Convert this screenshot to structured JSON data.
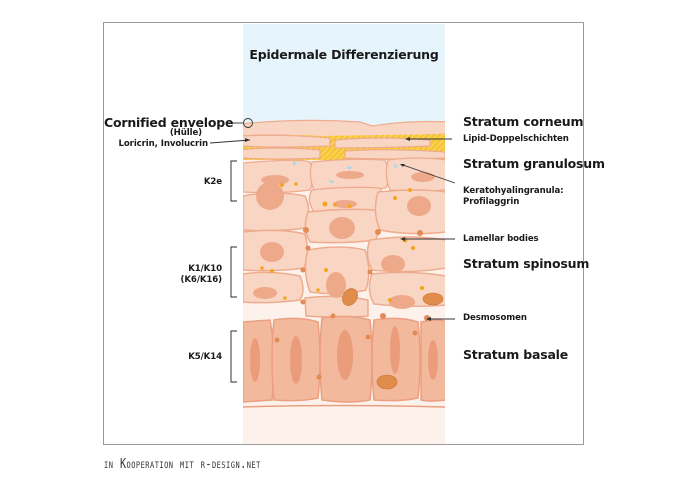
{
  "title": "Epidermale Differenzierung",
  "left_labels": {
    "cornified_envelope": "Cornified envelope",
    "huelle": "(Hülle)",
    "loricrin": "Loricrin, Involucrin",
    "k2e": "K2e",
    "k1k10": "K1/K10",
    "k6k16": "(K6/K16)",
    "k5k14": "K5/K14"
  },
  "right_labels": {
    "stratum_corneum": "Stratum corneum",
    "lipid": "Lipid-Doppelschichten",
    "stratum_granulosum": "Stratum granulosum",
    "keratohyalin_1": "Keratohyalingranula:",
    "keratohyalin_2": "Profilaggrin",
    "lamellar": "Lamellar bodies",
    "stratum_spinosum": "Stratum spinosum",
    "desmosomen": "Desmosomen",
    "stratum_basale": "Stratum basale"
  },
  "credit": "in Kooperation mit r-design.net",
  "colors": {
    "sky": "#e6f4fc",
    "cell_fill": "#f9d6c4",
    "cell_stroke": "#eeab8e",
    "nucleus": "#eea98a",
    "granule": "#f4a51c",
    "lipid": "#f6c531",
    "basal_fill": "#f3b99d",
    "desmosome": "#e38a55",
    "keratohyalin": "#a8d8f0"
  }
}
